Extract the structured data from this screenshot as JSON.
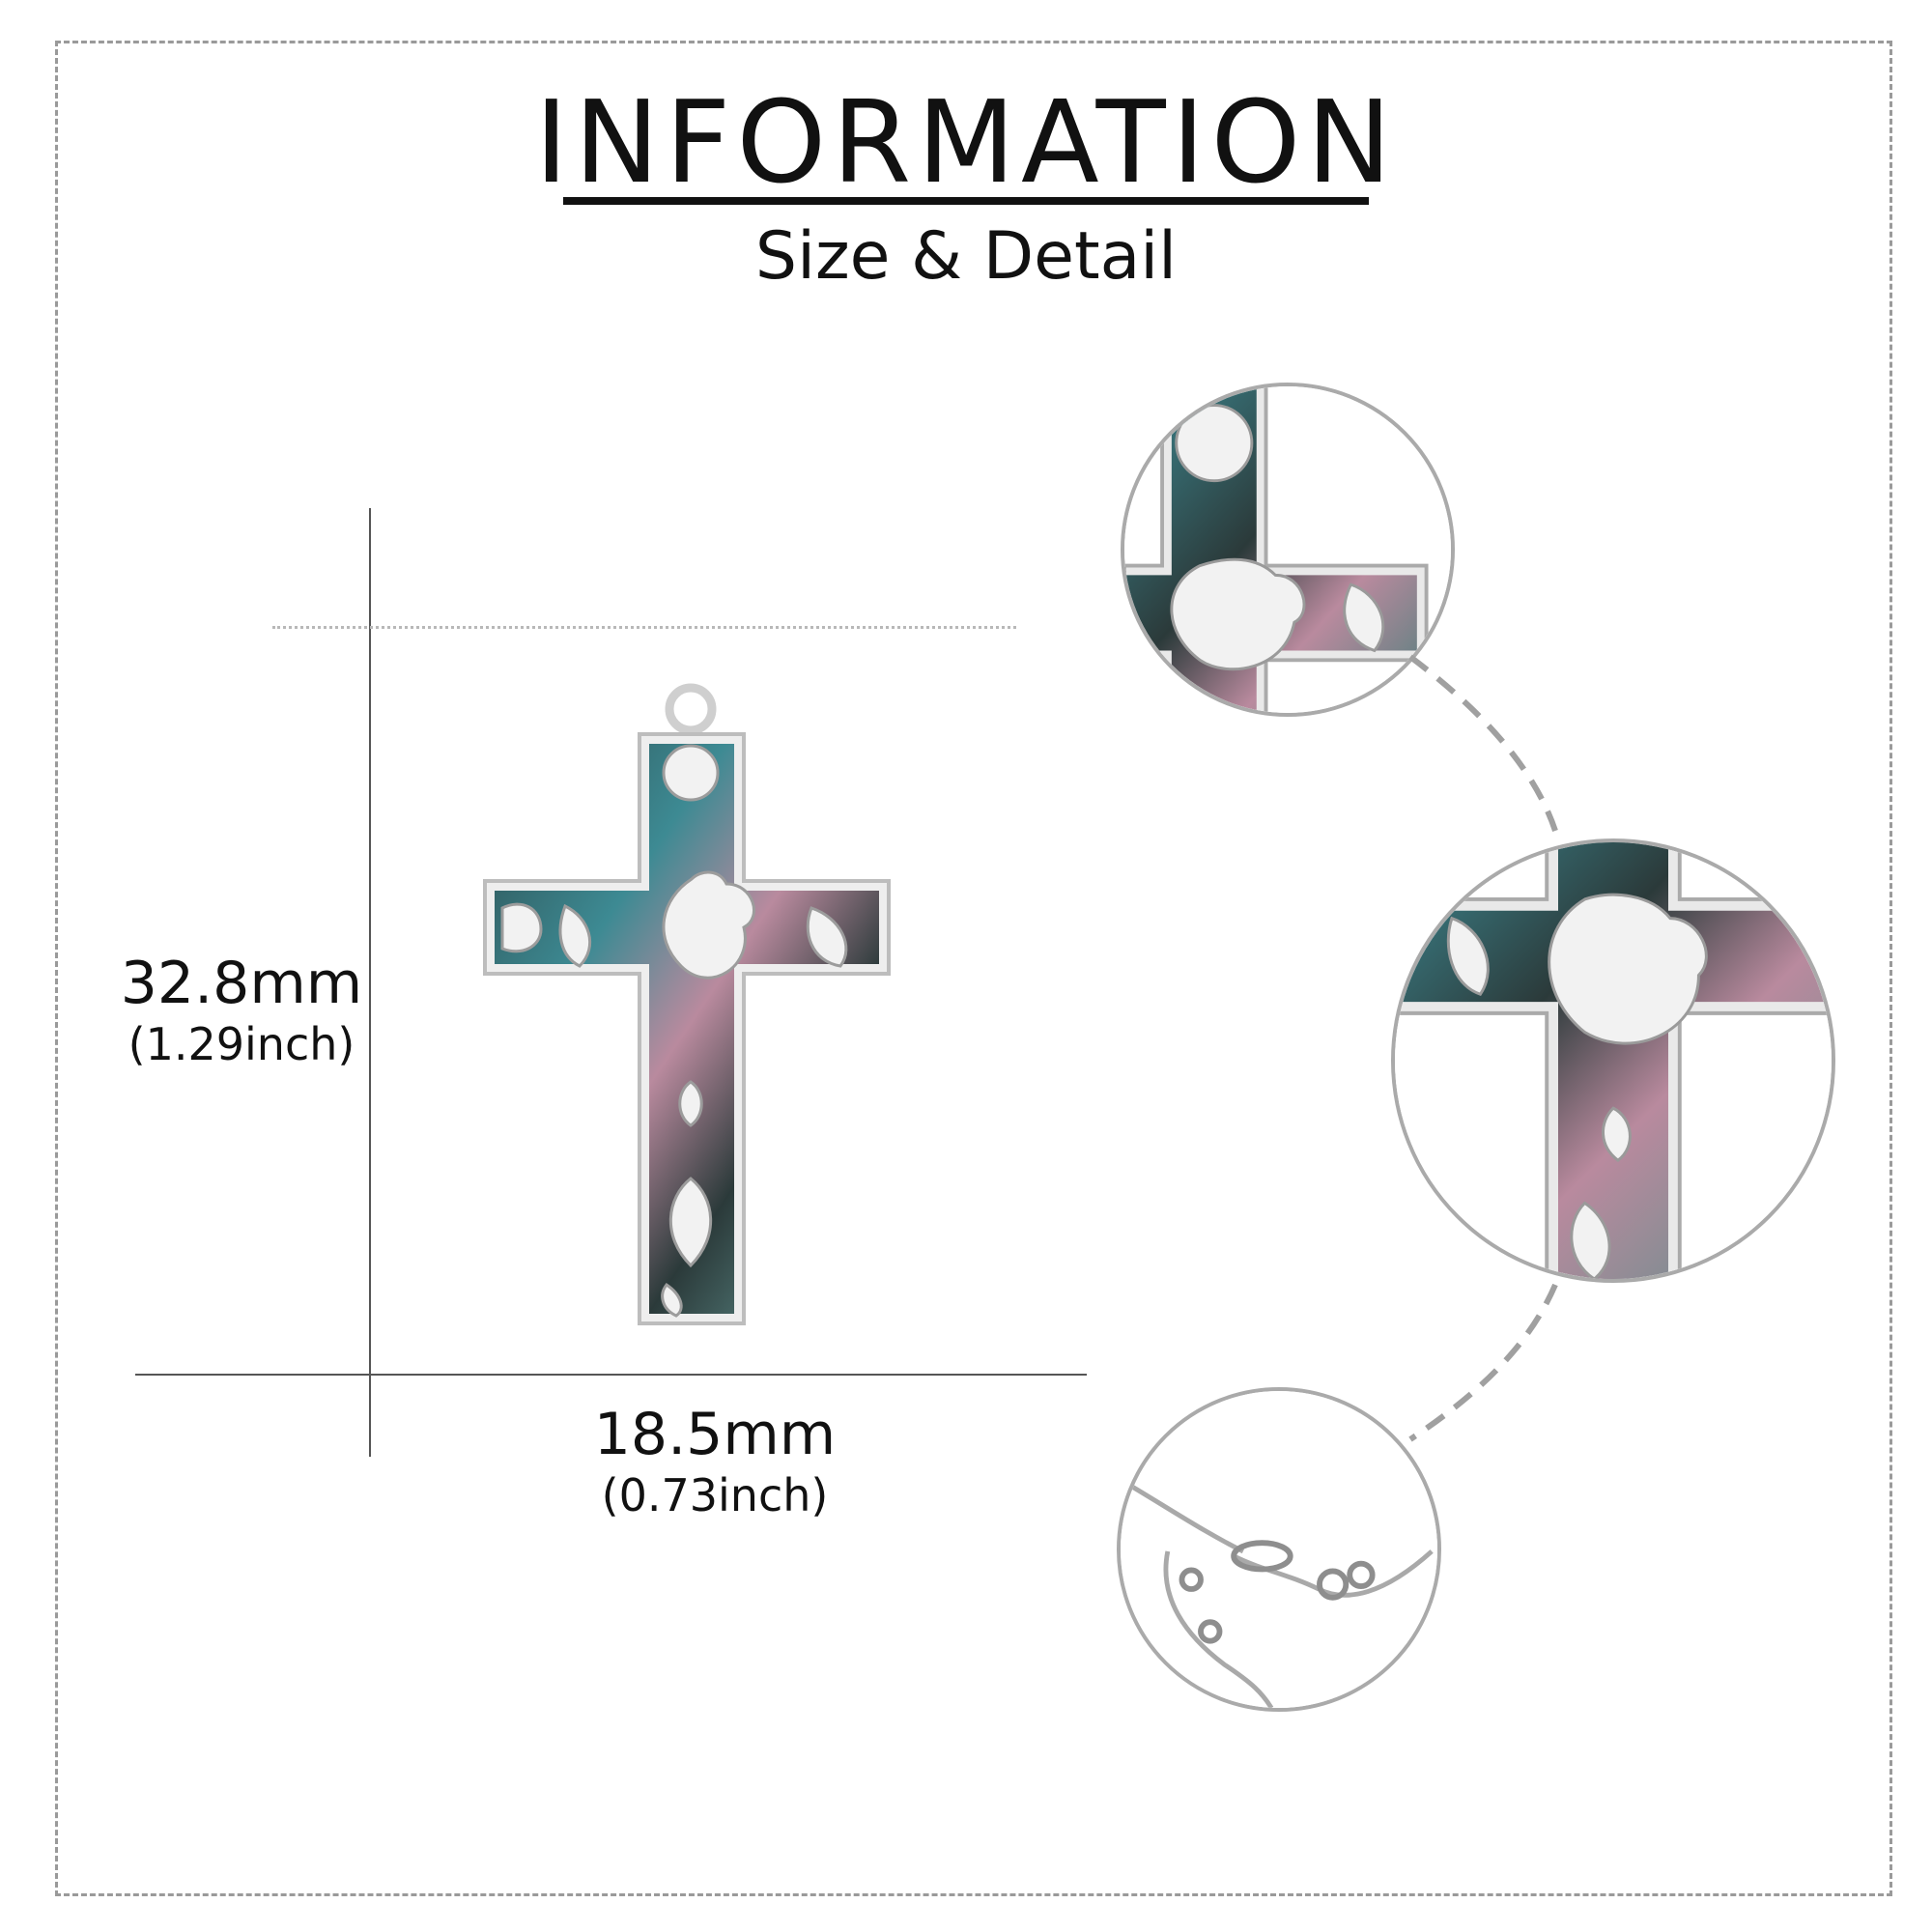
{
  "header": {
    "title": "INFORMATION",
    "subtitle": "Size & Detail"
  },
  "dimensions": {
    "height": {
      "metric": "32.8mm",
      "imperial": "(1.29inch)"
    },
    "width": {
      "metric": "18.5mm",
      "imperial": "(0.73inch)"
    }
  },
  "colors": {
    "text": "#111111",
    "frame": "#9a9a9a",
    "silver": "#e6e6e6",
    "abalone_dark": "#2b3a3a",
    "abalone_teal": "#3d8a93",
    "abalone_pink": "#b98a9e"
  }
}
